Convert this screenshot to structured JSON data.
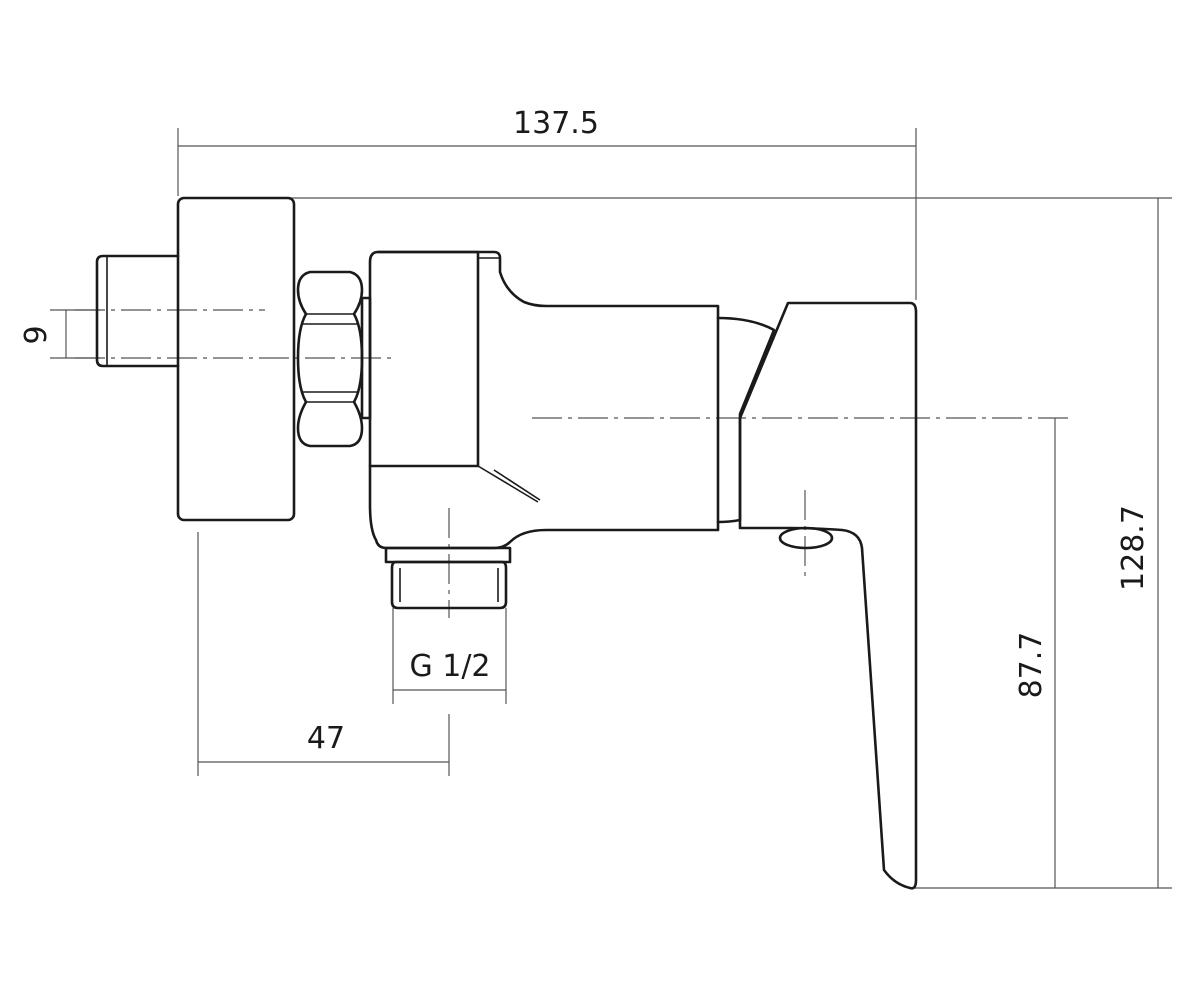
{
  "dimensions": {
    "overall_width": "137.5",
    "overall_height": "128.7",
    "lever_height": "87.7",
    "inlet_offset": "9",
    "outlet_thread": "G 1/2",
    "outlet_distance": "47"
  }
}
